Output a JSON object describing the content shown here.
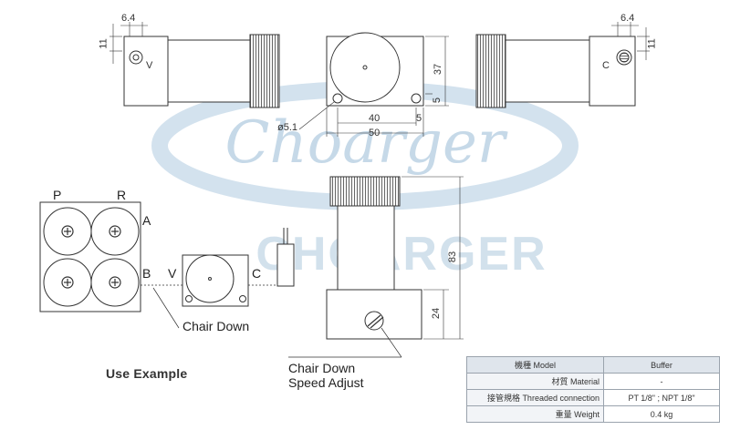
{
  "watermark": {
    "script_logo": "Choarger",
    "block_logo": "CHOARGER",
    "registered": "®",
    "color": "#c9dbe9"
  },
  "top_views": {
    "left_dim_6_4": "6.4",
    "left_dim_11": "11",
    "port_v": "V",
    "front_dim_37": "37",
    "front_dim_5a": "5",
    "front_dim_5b": "5",
    "front_dim_40": "40",
    "front_dim_50": "50",
    "front_hole": "ø5.1",
    "right_dim_6_4": "6.4",
    "right_dim_11": "11",
    "port_c": "C"
  },
  "usage": {
    "port_p": "P",
    "port_r": "R",
    "port_a": "A",
    "port_b": "B",
    "port_v": "V",
    "port_c": "C",
    "chair_down": "Chair Down",
    "use_example": "Use Example"
  },
  "side_view": {
    "dim_83": "83",
    "dim_24": "24",
    "speed_line1": "Chair Down",
    "speed_line2": "Speed Adjust"
  },
  "spec_table": {
    "header": {
      "label": "機種 Model",
      "value": "Buffer"
    },
    "rows": [
      {
        "label": "材質  Material",
        "value": "-"
      },
      {
        "label": "接管規格  Threaded connection",
        "value": "PT 1/8\" ; NPT 1/8\""
      },
      {
        "label": "重量  Weight",
        "value": "0.4 kg"
      }
    ]
  }
}
